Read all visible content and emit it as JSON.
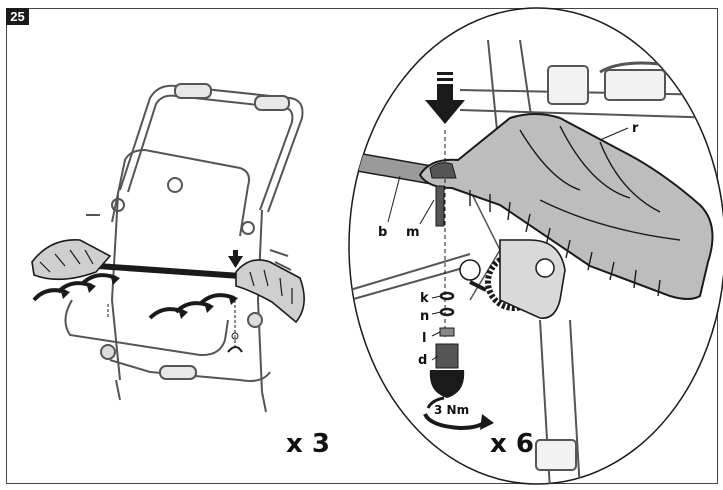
{
  "step_number": "25",
  "left_panel": {
    "quantity": "x 3"
  },
  "detail_panel": {
    "quantity": "x 6",
    "torque": "3 Nm",
    "part_labels": {
      "b": "b",
      "m": "m",
      "r": "r",
      "k": "k",
      "n": "n",
      "l": "l",
      "d": "d"
    }
  },
  "colors": {
    "line": "#1a1a1a",
    "frame": "#8a8a8a",
    "part_fill": "#bdbdbd",
    "dark_fill": "#333333"
  }
}
